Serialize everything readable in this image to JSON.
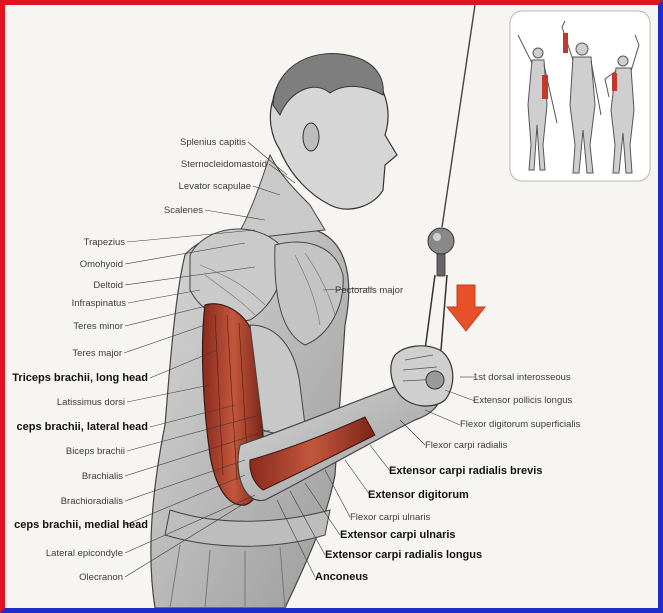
{
  "labels": {
    "splenius_capitis": "Splenius capitis",
    "sternocleidomastoid": "Sternocleidomastoid",
    "levator_scapulae": "Levator scapulae",
    "scalenes": "Scalenes",
    "trapezius": "Trapezius",
    "omohyoid": "Omohyoid",
    "deltoid": "Deltoid",
    "infraspinatus": "Infraspinatus",
    "teres_minor": "Teres minor",
    "teres_major": "Teres major",
    "triceps_long_head": "Triceps brachii, long head",
    "latissimus_dorsi": "Latissimus dorsi",
    "triceps_lateral_head": "ceps brachii, lateral head",
    "biceps_brachii": "Biceps brachii",
    "brachialis": "Brachialis",
    "brachioradialis": "Brachioradialis",
    "triceps_medial_head": "ceps brachii, medial head",
    "lateral_epicondyle": "Lateral epicondyle",
    "olecranon": "Olecranon",
    "pectoralis_major": "Pectoralis major",
    "first_dorsal_interosseous": "1st dorsal interosseous",
    "extensor_pollicis_longus": "Extensor pollicis longus",
    "flexor_digitorum_superficialis": "Flexor digitorum superficialis",
    "flexor_carpi_radialis": "Flexor carpi radialis",
    "extensor_carpi_radialis_brevis": "Extensor carpi radialis brevis",
    "extensor_digitorum": "Extensor digitorum",
    "flexor_carpi_ulnaris": "Flexor carpi ulnaris",
    "extensor_carpi_ulnaris": "Extensor carpi ulnaris",
    "extensor_carpi_radialis_longus": "Extensor carpi radialis longus",
    "anconeus": "Anconeus"
  },
  "colors": {
    "frame_red": "#e0141e",
    "frame_blue": "#1e2cc8",
    "highlight_muscle": "#b4442e",
    "direction_arrow": "#e8502a"
  },
  "icons": {
    "direction_arrow": "down-arrow-icon",
    "cable": "cable-icon",
    "inset": "muscle-map-figures"
  }
}
